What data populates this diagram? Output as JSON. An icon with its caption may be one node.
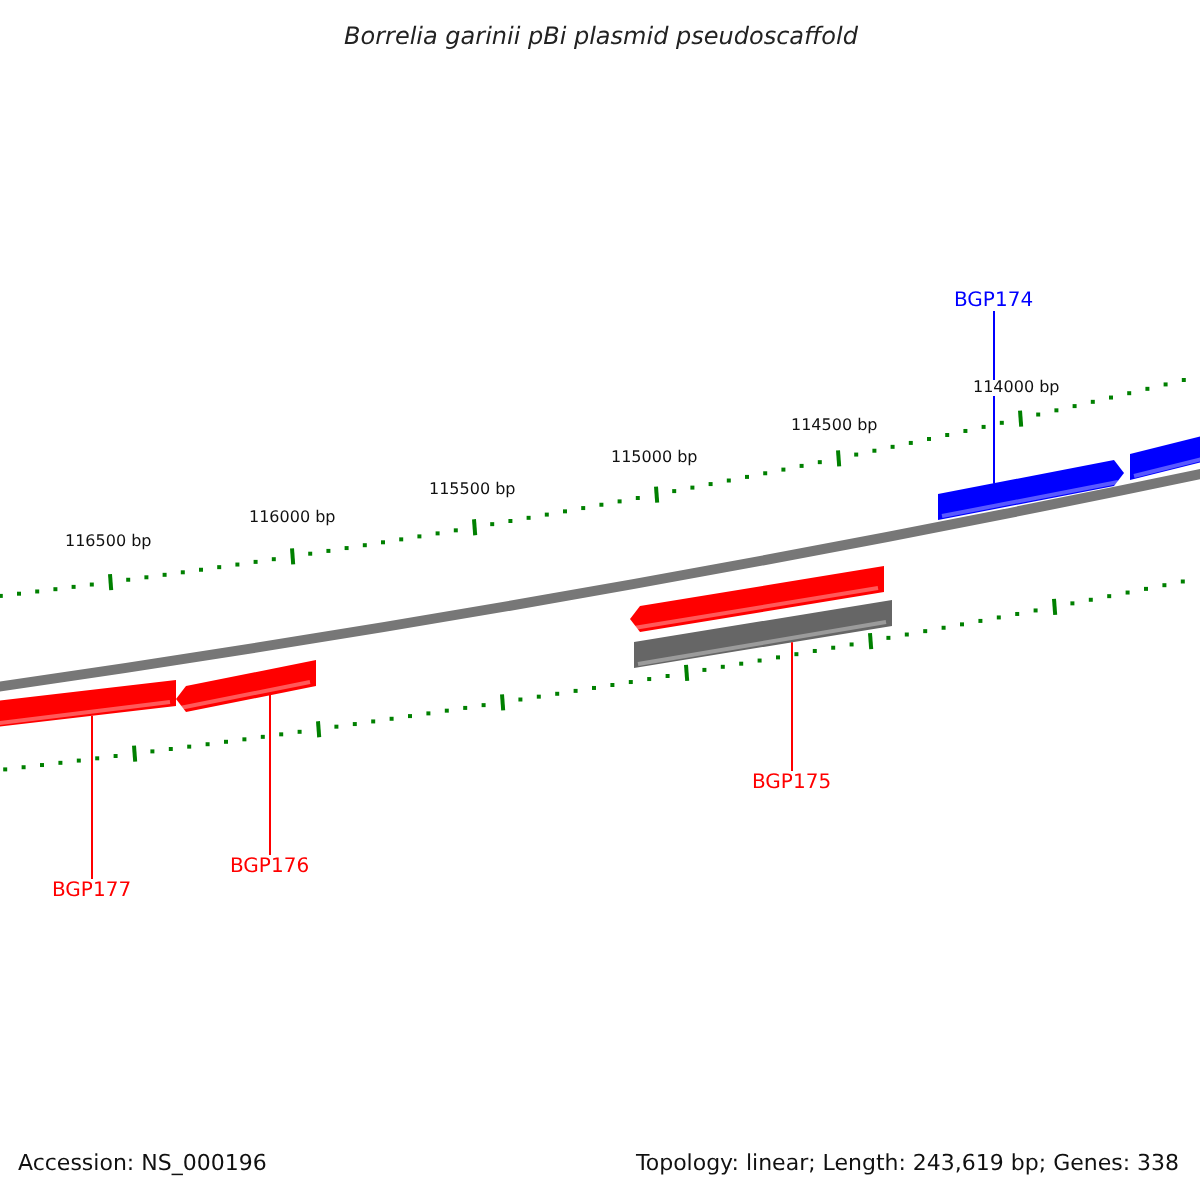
{
  "diagram": {
    "title": "Borrelia garinii pBi plasmid pseudoscaffold",
    "nodes": [
      {
        "text": [
          "BGP174"
        ]
      },
      {
        "text": [],
        "shape": "bar"
      },
      {
        "text": [],
        "shape": "bar"
      },
      {
        "text": [],
        "shape": "bar"
      },
      {
        "text": [],
        "shape": "bar"
      },
      {
        "text": [
          "BGP175"
        ]
      },
      {
        "text": [],
        "shape": "bar"
      },
      {
        "text": [],
        "shape": "bar"
      },
      {
        "text": [
          "BGP176"
        ]
      },
      {
        "text": [
          "BGP177"
        ]
      }
    ],
    "edges": [
      {
        "from": 0,
        "to": 1,
        "arrow": "none",
        "color": "#0000ff"
      },
      {
        "from": 5,
        "to": 4,
        "arrow": "none"
      },
      {
        "from": 8,
        "to": 7,
        "arrow": "none"
      },
      {
        "from": 9,
        "to": 6,
        "arrow": "none"
      }
    ],
    "labels": [
      "114000 bp",
      "114500 bp",
      "115000 bp",
      "115500 bp",
      "116000 bp",
      "116500 bp",
      "Accession: NS_000196",
      "Topology: linear; Length: 243,619 bp; Genes: 338"
    ]
  }
}
